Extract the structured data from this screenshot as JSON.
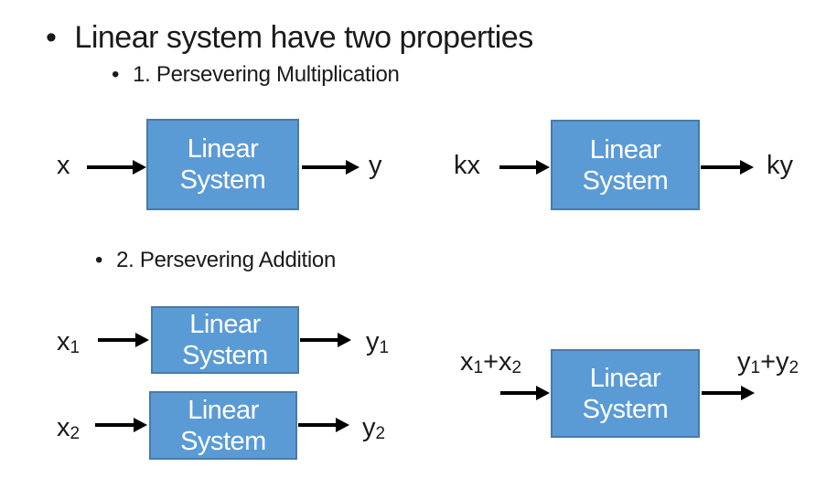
{
  "colors": {
    "background": "#ffffff",
    "box_fill": "#5b9bd5",
    "box_border": "#4a7aa8",
    "box_text": "#ffffff",
    "text": "#1a1a1a",
    "arrow": "#000000"
  },
  "bullets": {
    "level1": "•",
    "level2": "•"
  },
  "heading": {
    "title": "Linear system have two properties"
  },
  "sections": {
    "multiplication": "1. Persevering Multiplication",
    "addition": "2. Persevering Addition"
  },
  "box_label": {
    "line1": "Linear",
    "line2": "System"
  },
  "diagrams": {
    "mult_left": {
      "input": "x",
      "output": "y"
    },
    "mult_right": {
      "input": "kx",
      "output": "ky"
    },
    "add_first": {
      "input": {
        "main": "x",
        "sub": "1"
      },
      "output": {
        "main": "y",
        "sub": "1"
      }
    },
    "add_second": {
      "input": {
        "main": "x",
        "sub": "2"
      },
      "output": {
        "main": "y",
        "sub": "2"
      }
    },
    "add_combined": {
      "input": {
        "main1": "x",
        "sub1": "1",
        "main2": "+x",
        "sub2": "2"
      },
      "output": {
        "main1": "y",
        "sub1": "1",
        "main2": "+y",
        "sub2": "2"
      }
    }
  }
}
